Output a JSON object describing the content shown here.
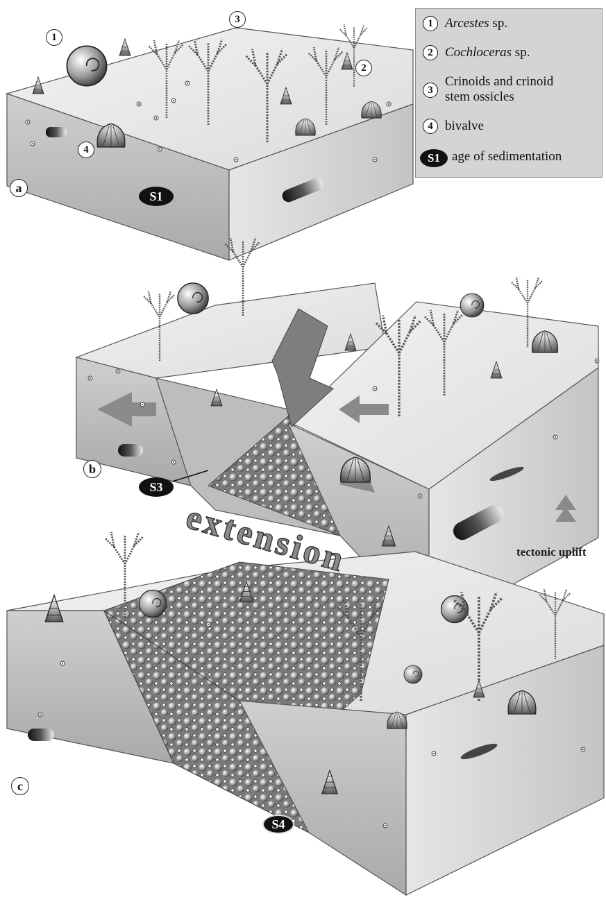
{
  "legend": {
    "items": [
      {
        "num": "1",
        "genus": "Arcestes",
        "suffix": " sp."
      },
      {
        "num": "2",
        "genus": "Cochloceras",
        "suffix": " sp."
      },
      {
        "num": "3",
        "line1": "Crinoids and crinoid",
        "line2": "stem ossicles"
      },
      {
        "num": "4",
        "text": "bivalve"
      }
    ],
    "sed_badge": "S1",
    "sed_text": "age of sedimentation"
  },
  "panels": {
    "a": "a",
    "b": "b",
    "c": "c"
  },
  "overlay_numbers": {
    "one": "1",
    "two": "2",
    "three": "3",
    "four": "4"
  },
  "stages": {
    "s1": "S1",
    "s3": "S3",
    "s4": "S4"
  },
  "annotations": {
    "extension": "extension",
    "uplift": "tectonic uplift"
  }
}
